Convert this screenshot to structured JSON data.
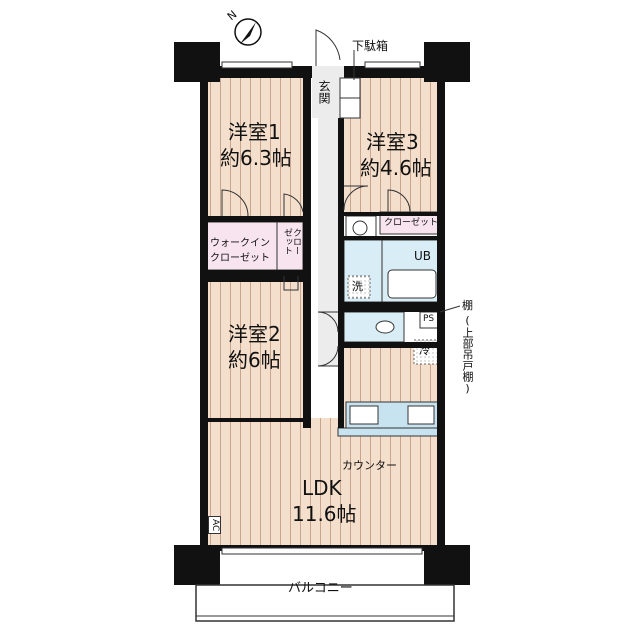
{
  "north": {
    "letter": "N"
  },
  "rooms": {
    "western1": {
      "name": "洋室1",
      "size": "約6.3帖"
    },
    "western3": {
      "name": "洋室3",
      "size": "約4.6帖"
    },
    "western2": {
      "name": "洋室2",
      "size": "約6帖"
    },
    "ldk": {
      "name": "LDK",
      "size": "11.6帖"
    },
    "balcony": "バルコニー",
    "entrance": "玄関",
    "walkin_closet": "ウォークイン\nクローゼット",
    "closet_small": "クローゼット",
    "closet_vertical": "クロー\nゼット",
    "ub": "UB",
    "washer": "洗",
    "ps": "PS",
    "fridge": "冷",
    "counter": "カウンター",
    "ac": "AC"
  },
  "labels": {
    "shoe_box": "下駄箱",
    "shelf": "棚",
    "shelf_note": "(上部吊戸棚)"
  },
  "colors": {
    "floor": "#f3dfcc",
    "floor_line": "#c9a58d",
    "wall": "#111111",
    "closet": "#f7e4ee",
    "wet": "#d8edf6",
    "fixture_blue": "#c8e3f0"
  }
}
